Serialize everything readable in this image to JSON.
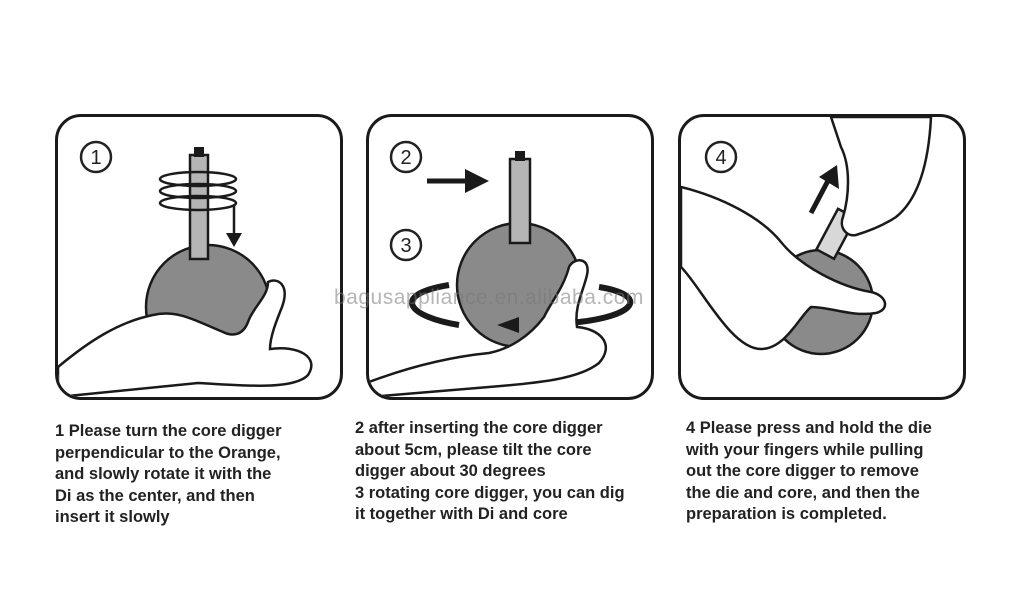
{
  "steps": [
    {
      "number": "1",
      "caption": "1 Please turn the core digger\nperpendicular to the Orange,\nand slowly rotate it with the\nDi as the center, and then\ninsert it slowly"
    },
    {
      "number": "2",
      "secondary_number": "3",
      "caption": "2 after inserting the core digger\nabout 5cm, please tilt the core\ndigger about 30 degrees\n3 rotating core digger, you can dig\nit together with Di and core"
    },
    {
      "number": "4",
      "caption": "4 Please press and hold the die\nwith your fingers while pulling\nout the core digger to remove\nthe die and core, and then the\npreparation is completed."
    }
  ],
  "watermark": "bagusappliance.en.alibaba.com",
  "colors": {
    "orange_fill": "#8a8a8a",
    "line": "#1a1a1a",
    "hand": "#ffffff"
  }
}
